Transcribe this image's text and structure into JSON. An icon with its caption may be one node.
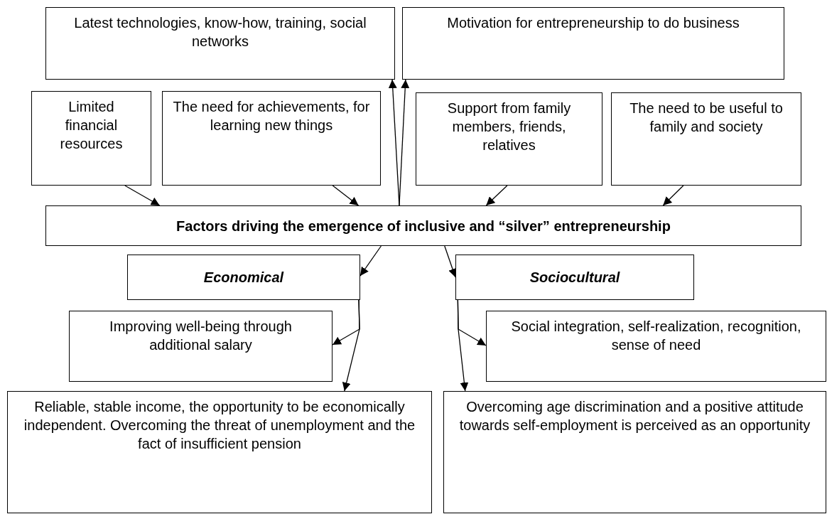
{
  "diagram": {
    "nodes": [
      {
        "text": [
          "Latest technologies, know-how, training, social networks"
        ]
      },
      {
        "text": [
          "Motivation for entrepreneurship to do business"
        ]
      },
      {
        "text": [
          "Limited financial resources"
        ]
      },
      {
        "text": [
          "The need for achievements, for learning new things"
        ]
      },
      {
        "text": [
          "Support from family members, friends, relatives"
        ]
      },
      {
        "text": [
          "The need to be useful to family and society"
        ]
      },
      {
        "text": [
          "Factors driving the emergence of inclusive and “silver” entrepreneurship"
        ]
      },
      {
        "text": [
          "Economical"
        ]
      },
      {
        "text": [
          "Sociocultural"
        ]
      },
      {
        "text": [
          "Improving well-being through additional salary"
        ]
      },
      {
        "text": [
          "Social integration, self-realization, recognition, sense of need"
        ]
      },
      {
        "text": [
          "Reliable, stable income, the opportunity to be economically independent. Overcoming the threat of unemployment and the fact of insufficient pension"
        ]
      },
      {
        "text": [
          "Overcoming age discrimination and a positive attitude towards self-employment is perceived as an opportunity"
        ]
      }
    ],
    "edges": [
      {
        "from": 2,
        "to": 6,
        "arrow": "to"
      },
      {
        "from": 3,
        "to": 6,
        "arrow": "to"
      },
      {
        "from": 4,
        "to": 6,
        "arrow": "to"
      },
      {
        "from": 5,
        "to": 6,
        "arrow": "to"
      },
      {
        "from": 6,
        "to": 0,
        "arrow": "to"
      },
      {
        "from": 6,
        "to": 1,
        "arrow": "to"
      },
      {
        "from": 6,
        "to": 7,
        "arrow": "to"
      },
      {
        "from": 6,
        "to": 8,
        "arrow": "to"
      },
      {
        "from": 7,
        "to": 9,
        "arrow": "to"
      },
      {
        "from": 7,
        "to": 11,
        "arrow": "to"
      },
      {
        "from": 8,
        "to": 10,
        "arrow": "to"
      },
      {
        "from": 8,
        "to": 12,
        "arrow": "to"
      }
    ]
  }
}
